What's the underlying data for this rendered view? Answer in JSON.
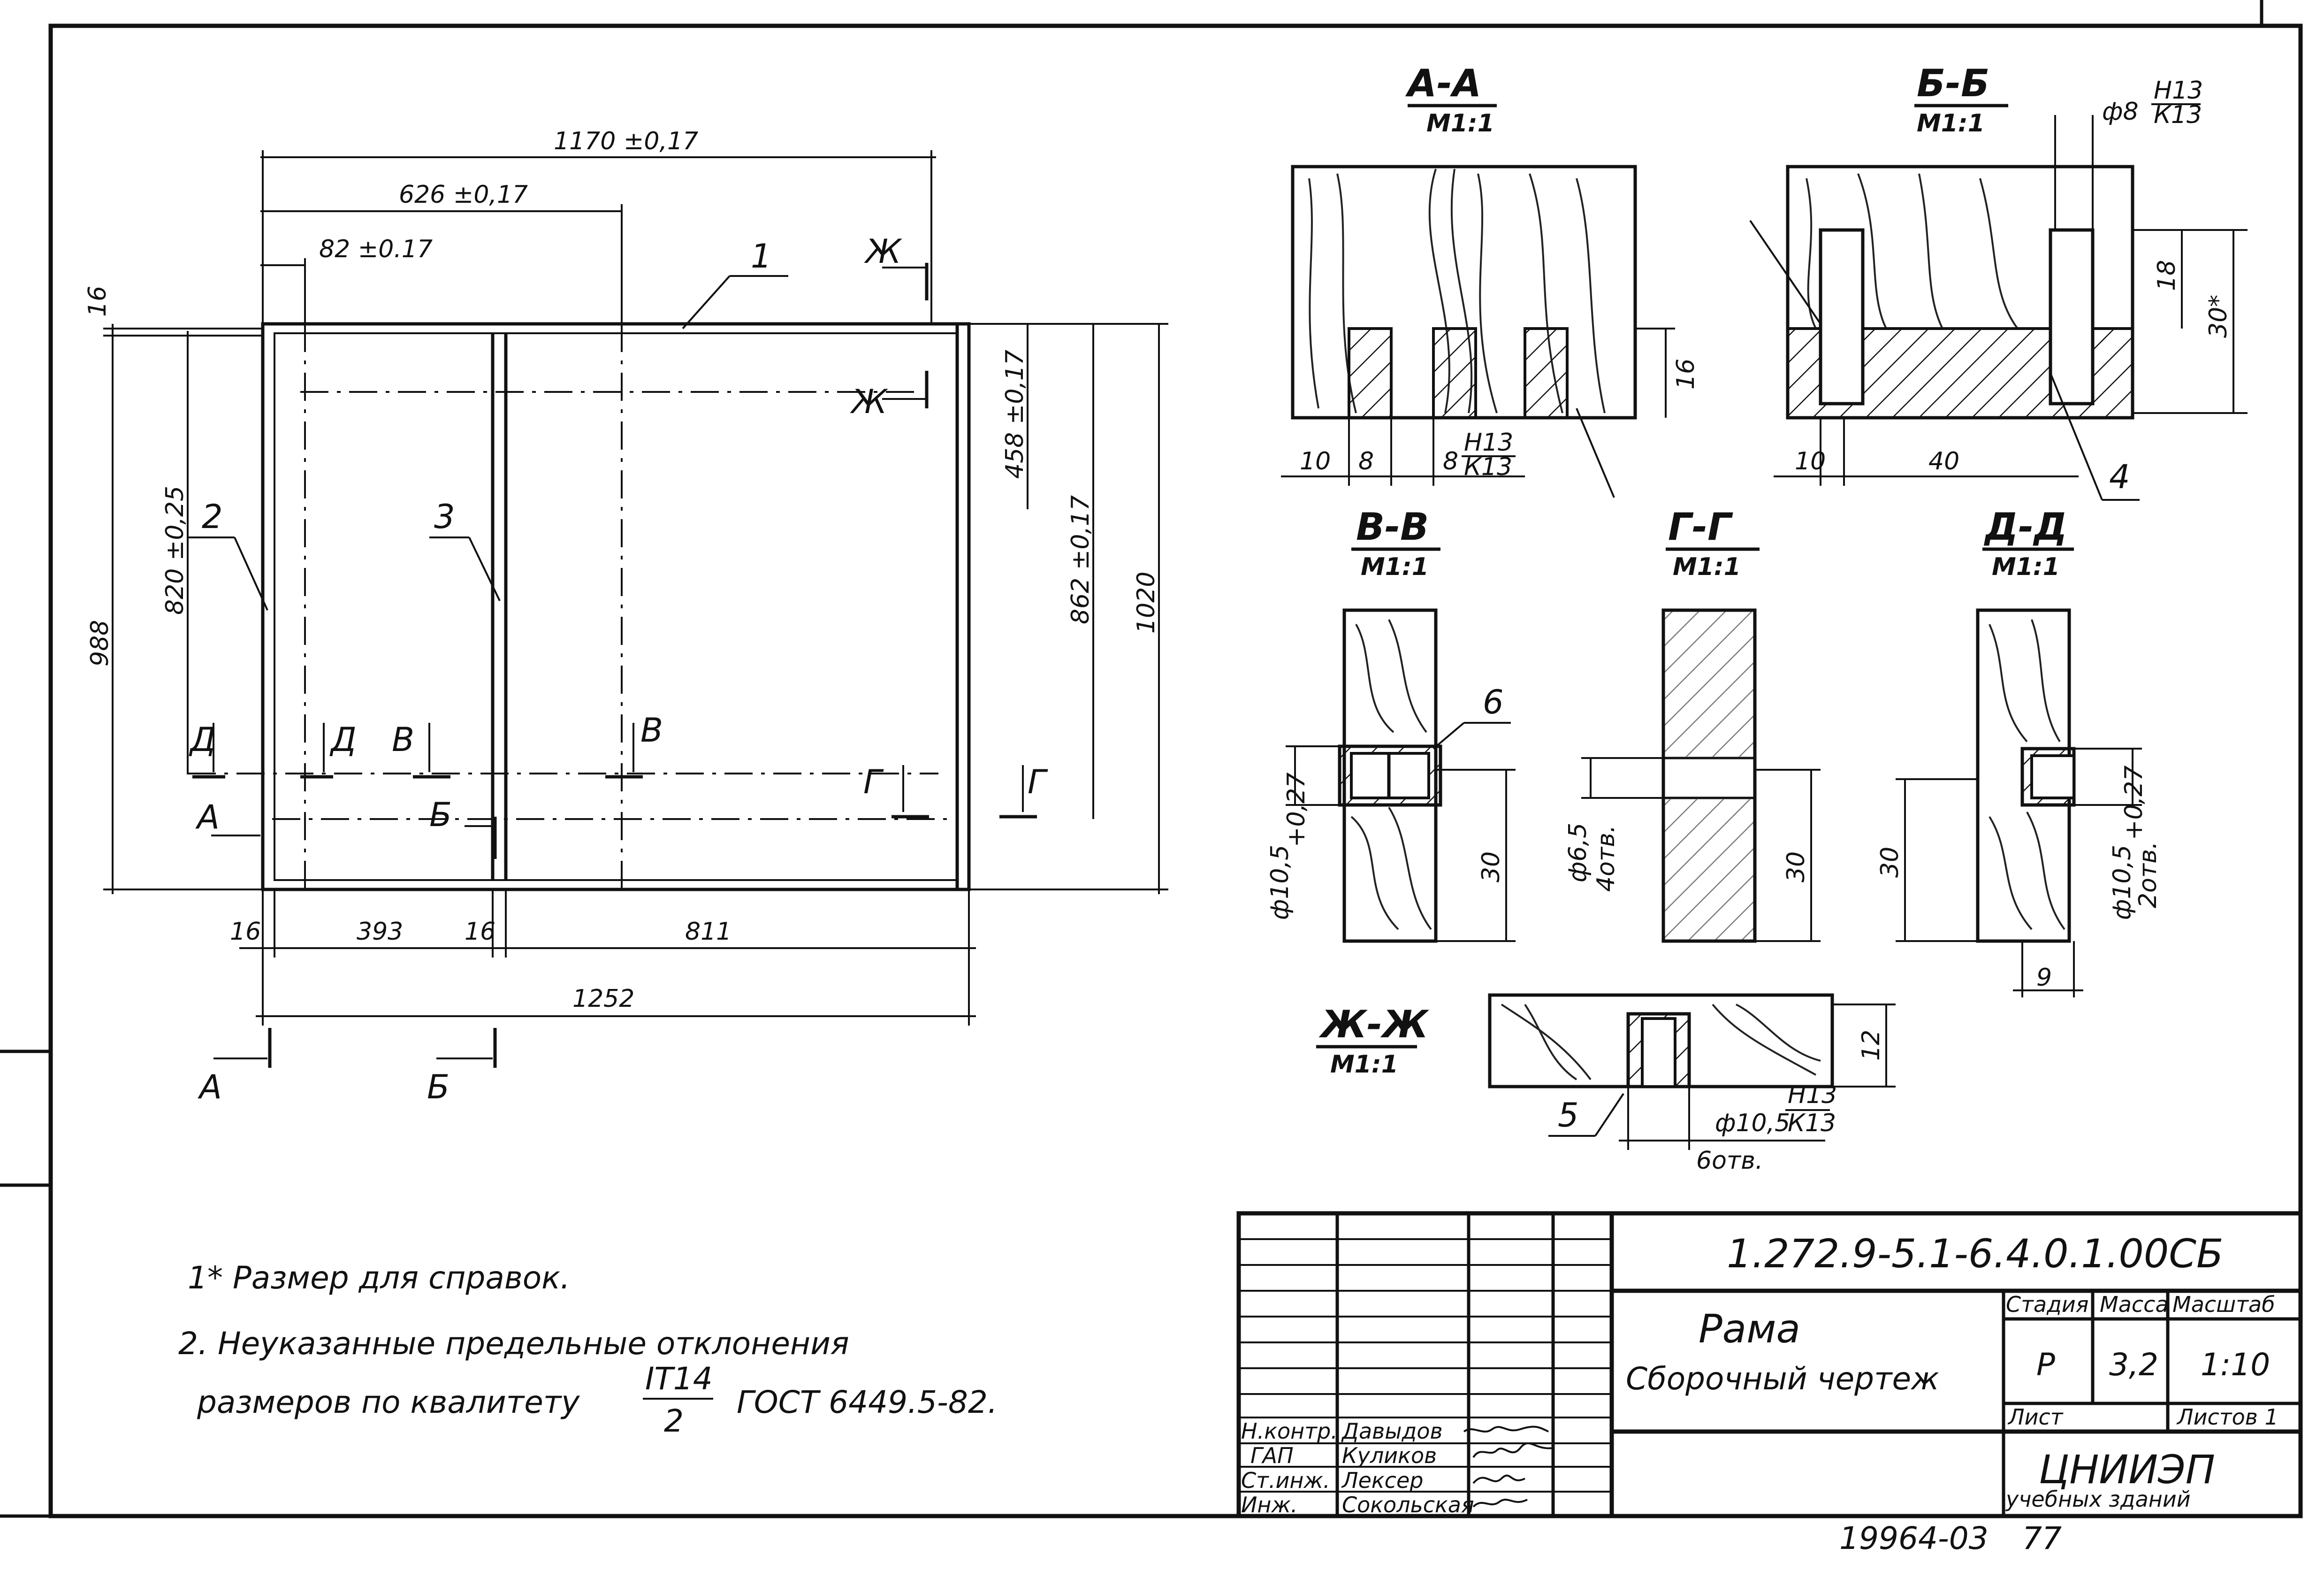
{
  "plan": {
    "dims": {
      "d1170": "1170 ±0,17",
      "d626": "626 ±0,17",
      "d82": "82 ±0.17",
      "d988": "988",
      "d820": "820 ±0,25",
      "d16_top": "16",
      "d458": "458 ±0,17",
      "d862": "862 ±0,17",
      "d1020": "1020",
      "d16_left": "16",
      "d393": "393",
      "d16_mid": "16",
      "d811": "811",
      "d1252": "1252"
    },
    "callouts": {
      "p1": "1",
      "p2": "2",
      "p3": "3"
    },
    "cut_marks": {
      "zh_top": "Ж",
      "zh_mid": "Ж",
      "d_left": "Д",
      "d_right": "Д",
      "v_left": "В",
      "v_right": "В",
      "g_left": "Г",
      "g_right": "Г",
      "a_mid": "А",
      "b_mid": "Б",
      "a_bottom": "А",
      "b_bottom": "Б"
    }
  },
  "sections": {
    "aa": {
      "title": "А-А",
      "scale": "М1:1",
      "dims": [
        "10",
        "8",
        "8",
        "16"
      ],
      "fit": {
        "num": "Н13",
        "den": "К13"
      }
    },
    "bb": {
      "title": "Б-Б",
      "scale": "М1:1",
      "dims": [
        "10",
        "40",
        "18",
        "30*"
      ],
      "fit_dia": "ф8",
      "fit": {
        "num": "Н13",
        "den": "К13"
      },
      "callout": "4"
    },
    "vv": {
      "title": "В-В",
      "scale": "М1:1",
      "dia": "ф10,5",
      "tol": "+0,27",
      "dim": "30",
      "callout": "6"
    },
    "gg": {
      "title": "Г-Г",
      "scale": "М1:1",
      "dia": "ф6,5",
      "count": "4отв.",
      "dim": "30"
    },
    "dd": {
      "title": "Д-Д",
      "scale": "М1:1",
      "dia": "ф10,5",
      "tol": "+0,27",
      "count": "2отв.",
      "dim": "30",
      "dim2": "9"
    },
    "zz": {
      "title": "Ж-Ж",
      "scale": "М1:1",
      "dim": "12",
      "dia": "ф10,5",
      "fit": {
        "num": "Н13",
        "den": "К13"
      },
      "count": "6отв.",
      "callout": "5"
    }
  },
  "notes": {
    "n1": "1* Размер для справок.",
    "n2": "2. Неуказанные предельные отклонения",
    "n3a": "размеров по квалитету",
    "frac_num": "IT14",
    "frac_den": "2",
    "n3b": "ГОСТ 6449.5-82."
  },
  "title_block": {
    "designation": "1.272.9-5.1-6.4.0.1.00СБ",
    "name1": "Рама",
    "name2": "Сборочный чертеж",
    "col_stage": "Стадия",
    "col_mass": "Масса",
    "col_scale": "Масштаб",
    "stage": "Р",
    "mass": "3,2",
    "scale": "1:10",
    "sheet_label": "Лист",
    "sheets_label": "Листов 1",
    "org1": "ЦНИИЭП",
    "org2": "учебных зданий",
    "roles": [
      {
        "role": "Н.контр.",
        "name": "Давыдов"
      },
      {
        "role": "ГАП",
        "name": "Куликов"
      },
      {
        "role": "Ст.инж.",
        "name": "Лексер"
      },
      {
        "role": "Инж.",
        "name": "Сокольская"
      }
    ]
  },
  "footer": {
    "code": "19964-03",
    "page": "77"
  }
}
